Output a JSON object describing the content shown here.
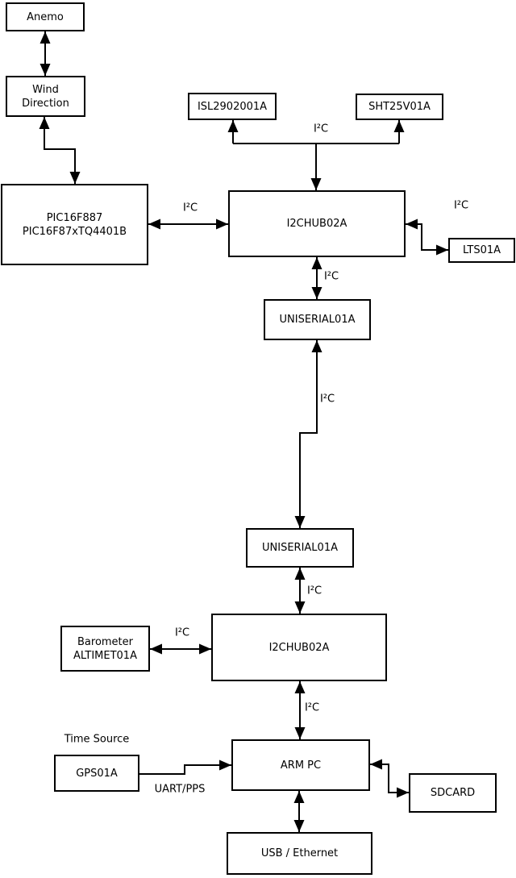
{
  "nodes": {
    "anemo": {
      "label": "Anemo"
    },
    "wind_direction": {
      "line1": "Wind",
      "line2": "Direction"
    },
    "pic": {
      "line1": "PIC16F887",
      "line2": "PIC16F87xTQ4401B"
    },
    "isl": {
      "label": "ISL2902001A"
    },
    "sht": {
      "label": "SHT25V01A"
    },
    "hub1": {
      "label": "I2CHUB02A"
    },
    "lts": {
      "label": "LTS01A"
    },
    "uniserial1": {
      "label": "UNISERIAL01A"
    },
    "uniserial2": {
      "label": "UNISERIAL01A"
    },
    "hub2": {
      "label": "I2CHUB02A"
    },
    "barometer": {
      "line1": "Barometer",
      "line2": "ALTIMET01A"
    },
    "gps": {
      "label": "GPS01A"
    },
    "arm_pc": {
      "label": "ARM PC"
    },
    "sdcard": {
      "label": "SDCARD"
    },
    "usb": {
      "label": "USB / Ethernet"
    }
  },
  "labels": {
    "i2c": "I²C",
    "time_source": "Time Source",
    "uart_pps": "UART/PPS"
  },
  "edges": [
    {
      "from": "Anemo",
      "to": "Wind Direction",
      "arrows": "both"
    },
    {
      "from": "Wind Direction",
      "to": "PIC16F887 PIC16F87xTQ4401B",
      "arrows": "both"
    },
    {
      "from": "PIC16F887 PIC16F87xTQ4401B",
      "to": "I2CHUB02A (upper)",
      "label": "I²C",
      "arrows": "both"
    },
    {
      "from": "I2CHUB02A (upper)",
      "to": "ISL2902001A",
      "label": "I²C",
      "arrows": "bus-into-device-and-hub"
    },
    {
      "from": "I2CHUB02A (upper)",
      "to": "SHT25V01A",
      "label": "I²C",
      "arrows": "bus-into-device-and-hub"
    },
    {
      "from": "I2CHUB02A (upper)",
      "to": "LTS01A",
      "label": "I²C",
      "arrows": "both"
    },
    {
      "from": "I2CHUB02A (upper)",
      "to": "UNISERIAL01A (upper)",
      "label": "I²C",
      "arrows": "both"
    },
    {
      "from": "UNISERIAL01A (upper)",
      "to": "UNISERIAL01A (lower)",
      "label": "I²C",
      "arrows": "both"
    },
    {
      "from": "UNISERIAL01A (lower)",
      "to": "I2CHUB02A (lower)",
      "label": "I²C",
      "arrows": "both"
    },
    {
      "from": "Barometer ALTIMET01A",
      "to": "I2CHUB02A (lower)",
      "label": "I²C",
      "arrows": "both"
    },
    {
      "from": "I2CHUB02A (lower)",
      "to": "ARM PC",
      "label": "I²C",
      "arrows": "both"
    },
    {
      "from": "GPS01A",
      "to": "ARM PC",
      "label": "UART/PPS",
      "arrows": "to"
    },
    {
      "from": "ARM PC",
      "to": "SDCARD",
      "arrows": "both"
    },
    {
      "from": "ARM PC",
      "to": "USB / Ethernet",
      "arrows": "both"
    }
  ],
  "colors": {
    "background": "#ffffff",
    "line": "#000000",
    "box_border": "#000000",
    "text": "#000000"
  }
}
